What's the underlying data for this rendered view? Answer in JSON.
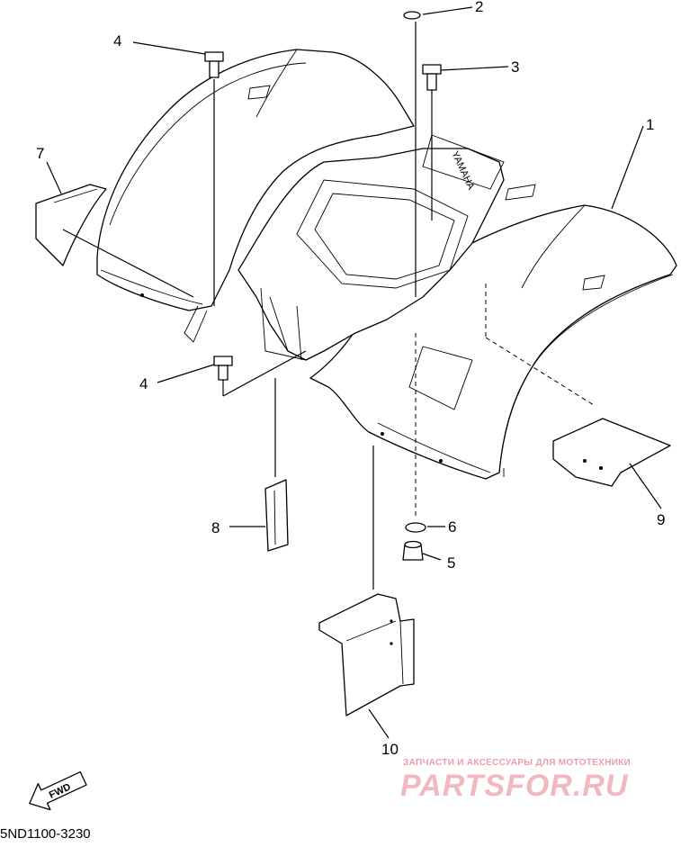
{
  "diagram": {
    "code": "5ND1100-3230",
    "fwd_label": "FWD",
    "brand_on_part": "YAMAHA",
    "callouts": [
      {
        "id": "c1",
        "label": "1"
      },
      {
        "id": "c2",
        "label": "2"
      },
      {
        "id": "c3",
        "label": "3"
      },
      {
        "id": "c4a",
        "label": "4"
      },
      {
        "id": "c4b",
        "label": "4"
      },
      {
        "id": "c5",
        "label": "5"
      },
      {
        "id": "c6",
        "label": "6"
      },
      {
        "id": "c7",
        "label": "7"
      },
      {
        "id": "c8",
        "label": "8"
      },
      {
        "id": "c9",
        "label": "9"
      },
      {
        "id": "c10",
        "label": "10"
      }
    ]
  },
  "watermark": {
    "tagline": "ЗАПЧАСТИ И АКСЕССУАРЫ ДЛЯ МОТОТЕХНИКИ",
    "logo": "PARTSFOR.RU"
  },
  "colors": {
    "line": "#000000",
    "watermark": "#f2b8bf"
  }
}
